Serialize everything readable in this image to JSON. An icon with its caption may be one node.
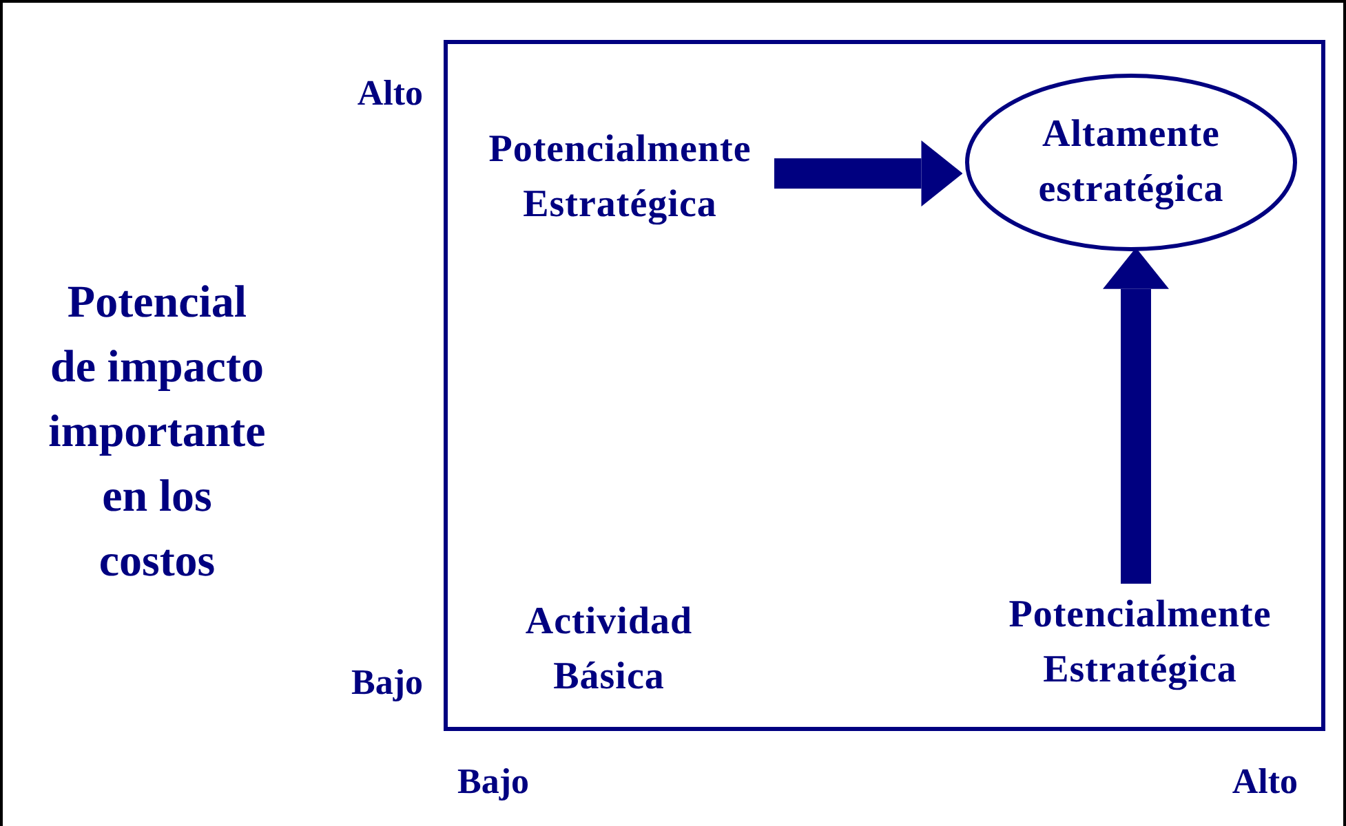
{
  "diagram": {
    "nodes": [
      {
        "text": [],
        "shape": "box"
      },
      {
        "text": [
          "Potencialmente Estratégica"
        ],
        "in": 0
      },
      {
        "text": [
          "Altamente estratégica"
        ],
        "in": 0
      },
      {
        "text": [
          "Actividad Básica"
        ],
        "in": 0
      },
      {
        "text": [
          "Potencialmente Estratégica"
        ],
        "in": 0
      }
    ],
    "edges": [
      {
        "from": 1,
        "to": 2,
        "arrow": "to"
      },
      {
        "from": 4,
        "to": 2,
        "arrow": "to"
      }
    ],
    "labels": [
      "Alto",
      "Potencial de impacto importante en los costos",
      "Bajo",
      "Bajo",
      "Alto"
    ]
  }
}
